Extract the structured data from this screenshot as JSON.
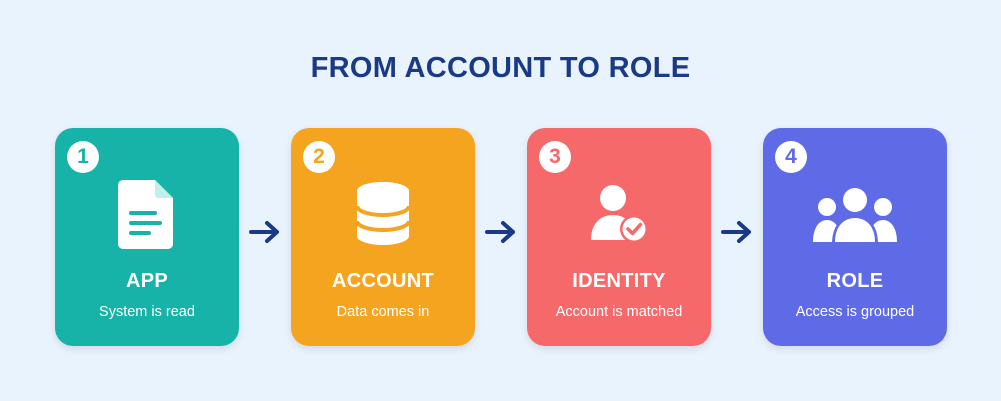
{
  "title": "FROM ACCOUNT TO ROLE",
  "steps": [
    {
      "number": "1",
      "heading": "APP",
      "description": "System is read",
      "icon": "document-icon",
      "color": "#17b3a8"
    },
    {
      "number": "2",
      "heading": "ACCOUNT",
      "description": "Data comes in",
      "icon": "database-icon",
      "color": "#f5a41f"
    },
    {
      "number": "3",
      "heading": "IDENTITY",
      "description": "Account is matched",
      "icon": "user-check-icon",
      "color": "#f6696a"
    },
    {
      "number": "4",
      "heading": "ROLE",
      "description": "Access is grouped",
      "icon": "user-group-icon",
      "color": "#5f6be6"
    }
  ],
  "arrow_color": "#1a3a86",
  "background": "#e9f3fd"
}
